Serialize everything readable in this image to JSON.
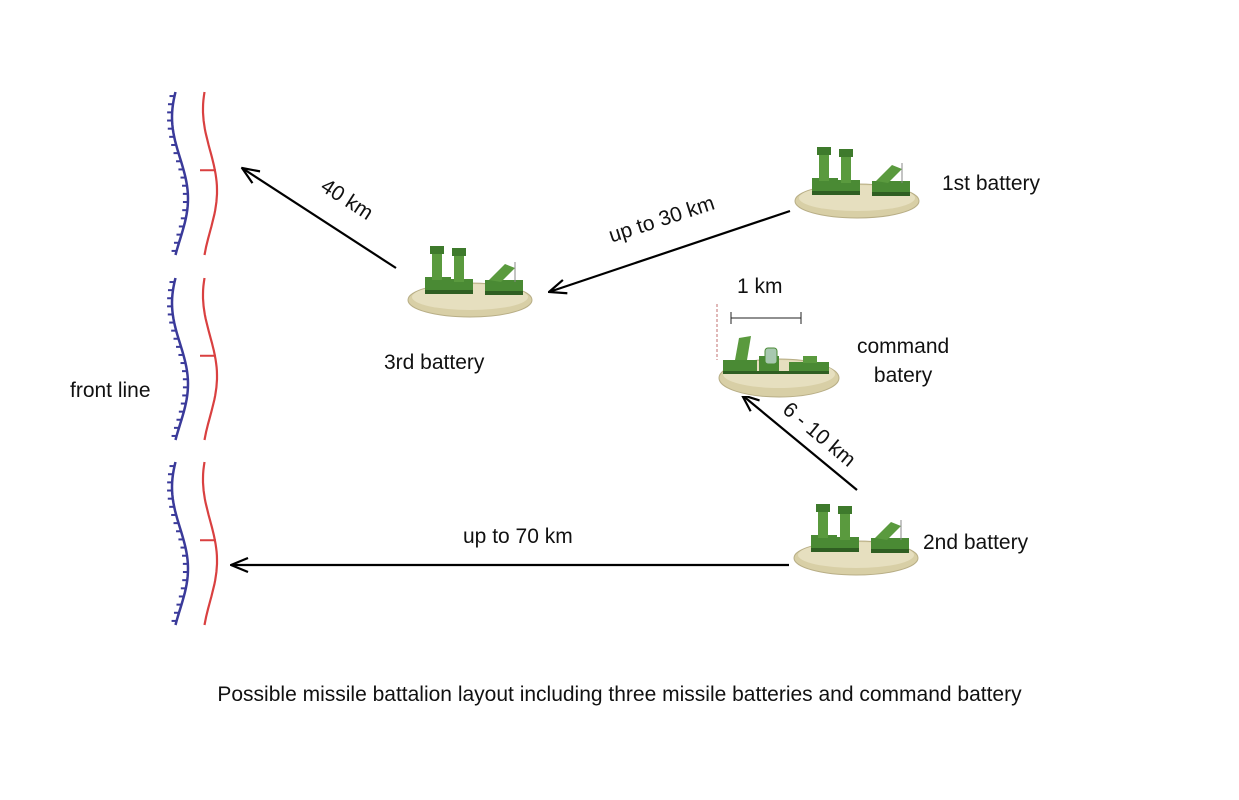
{
  "labels": {
    "front_line": "front line",
    "battery_1": "1st battery",
    "battery_2": "2nd battery",
    "battery_3": "3rd battery",
    "command_line1": "command",
    "command_line2": "batery"
  },
  "distances": {
    "third_to_front": "40 km",
    "first_to_third": "up to 30 km",
    "command_width": "1 km",
    "second_to_command": "6 - 10 km",
    "second_to_front": "up to 70 km"
  },
  "caption": "Possible missile battalion layout including three missile batteries and command battery",
  "colors": {
    "own_line": "#3a3a9a",
    "enemy_line": "#d94040",
    "arrow": "#000000",
    "vehicle": "#4a8a34",
    "platform": "#d8cfa6"
  },
  "icons": {
    "battery": "sam-battery-icon",
    "command": "command-post-icon"
  }
}
